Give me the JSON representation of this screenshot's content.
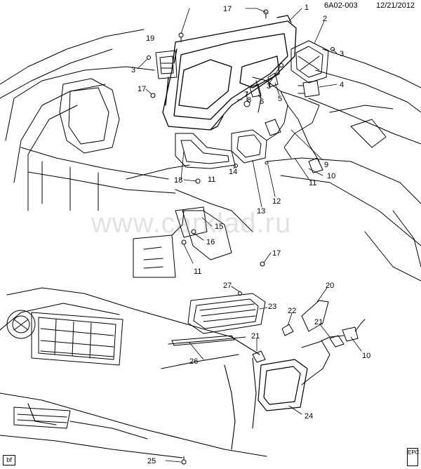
{
  "header": {
    "doc_id": "6A02-003",
    "date": "12/21/2012"
  },
  "watermark": "www.carklad.ru",
  "corner_label": "bf",
  "corner_label_right": "EPC",
  "callouts": [
    {
      "id": "c1",
      "text": "1"
    },
    {
      "id": "c2",
      "text": "2"
    },
    {
      "id": "c3a",
      "text": "3"
    },
    {
      "id": "c3b",
      "text": "3"
    },
    {
      "id": "c3c",
      "text": "3"
    },
    {
      "id": "c4",
      "text": "4"
    },
    {
      "id": "c5",
      "text": "5"
    },
    {
      "id": "c6",
      "text": "6"
    },
    {
      "id": "c7",
      "text": "7"
    },
    {
      "id": "c8",
      "text": "8"
    },
    {
      "id": "c9",
      "text": "9"
    },
    {
      "id": "c10a",
      "text": "10"
    },
    {
      "id": "c10b",
      "text": "10"
    },
    {
      "id": "c11a",
      "text": "11"
    },
    {
      "id": "c11b",
      "text": "11"
    },
    {
      "id": "c11c",
      "text": "11"
    },
    {
      "id": "c12",
      "text": "12"
    },
    {
      "id": "c13",
      "text": "13"
    },
    {
      "id": "c14",
      "text": "14"
    },
    {
      "id": "c15",
      "text": "15"
    },
    {
      "id": "c16",
      "text": "16"
    },
    {
      "id": "c17a",
      "text": "17"
    },
    {
      "id": "c17b",
      "text": "17"
    },
    {
      "id": "c17c",
      "text": "17"
    },
    {
      "id": "c18",
      "text": "18"
    },
    {
      "id": "c19",
      "text": "19"
    },
    {
      "id": "c20",
      "text": "20"
    },
    {
      "id": "c21a",
      "text": "21"
    },
    {
      "id": "c21b",
      "text": "21"
    },
    {
      "id": "c22",
      "text": "22"
    },
    {
      "id": "c23",
      "text": "23"
    },
    {
      "id": "c24",
      "text": "24"
    },
    {
      "id": "c25",
      "text": "25"
    },
    {
      "id": "c26",
      "text": "26"
    },
    {
      "id": "c27",
      "text": "27"
    }
  ]
}
